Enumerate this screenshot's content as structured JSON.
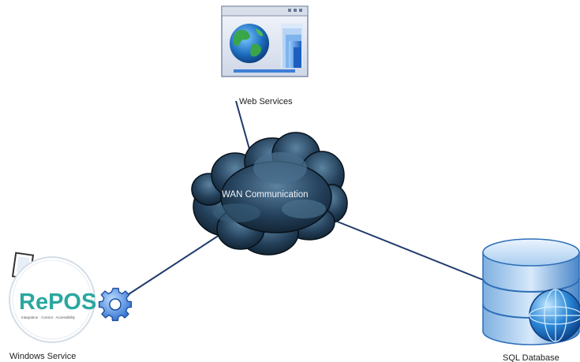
{
  "nodes": {
    "web": {
      "label": "Web Services",
      "icon": "browser-window-globe-icon"
    },
    "wan": {
      "label": "WAN Communication",
      "icon": "dark-cloud-icon"
    },
    "win": {
      "label": "Windows Service",
      "icon": "repos-monitor-gear-icon",
      "logo_text": "RePOS",
      "logo_tagline": "Integration · Control · Accessibility"
    },
    "sql": {
      "label": "SQL Database",
      "icon": "database-cylinder-globe-icon"
    }
  },
  "edges": [
    {
      "from": "wan",
      "to": "web"
    },
    {
      "from": "wan",
      "to": "win"
    },
    {
      "from": "wan",
      "to": "sql"
    }
  ],
  "colors": {
    "connector": "#1f3a6b",
    "cloud_dark": "#10202e",
    "cloud_light": "#4d7390",
    "repos_accent": "#2aa7a0",
    "gear": "#3a7fd8",
    "db_blue": "#2e6fb8"
  }
}
